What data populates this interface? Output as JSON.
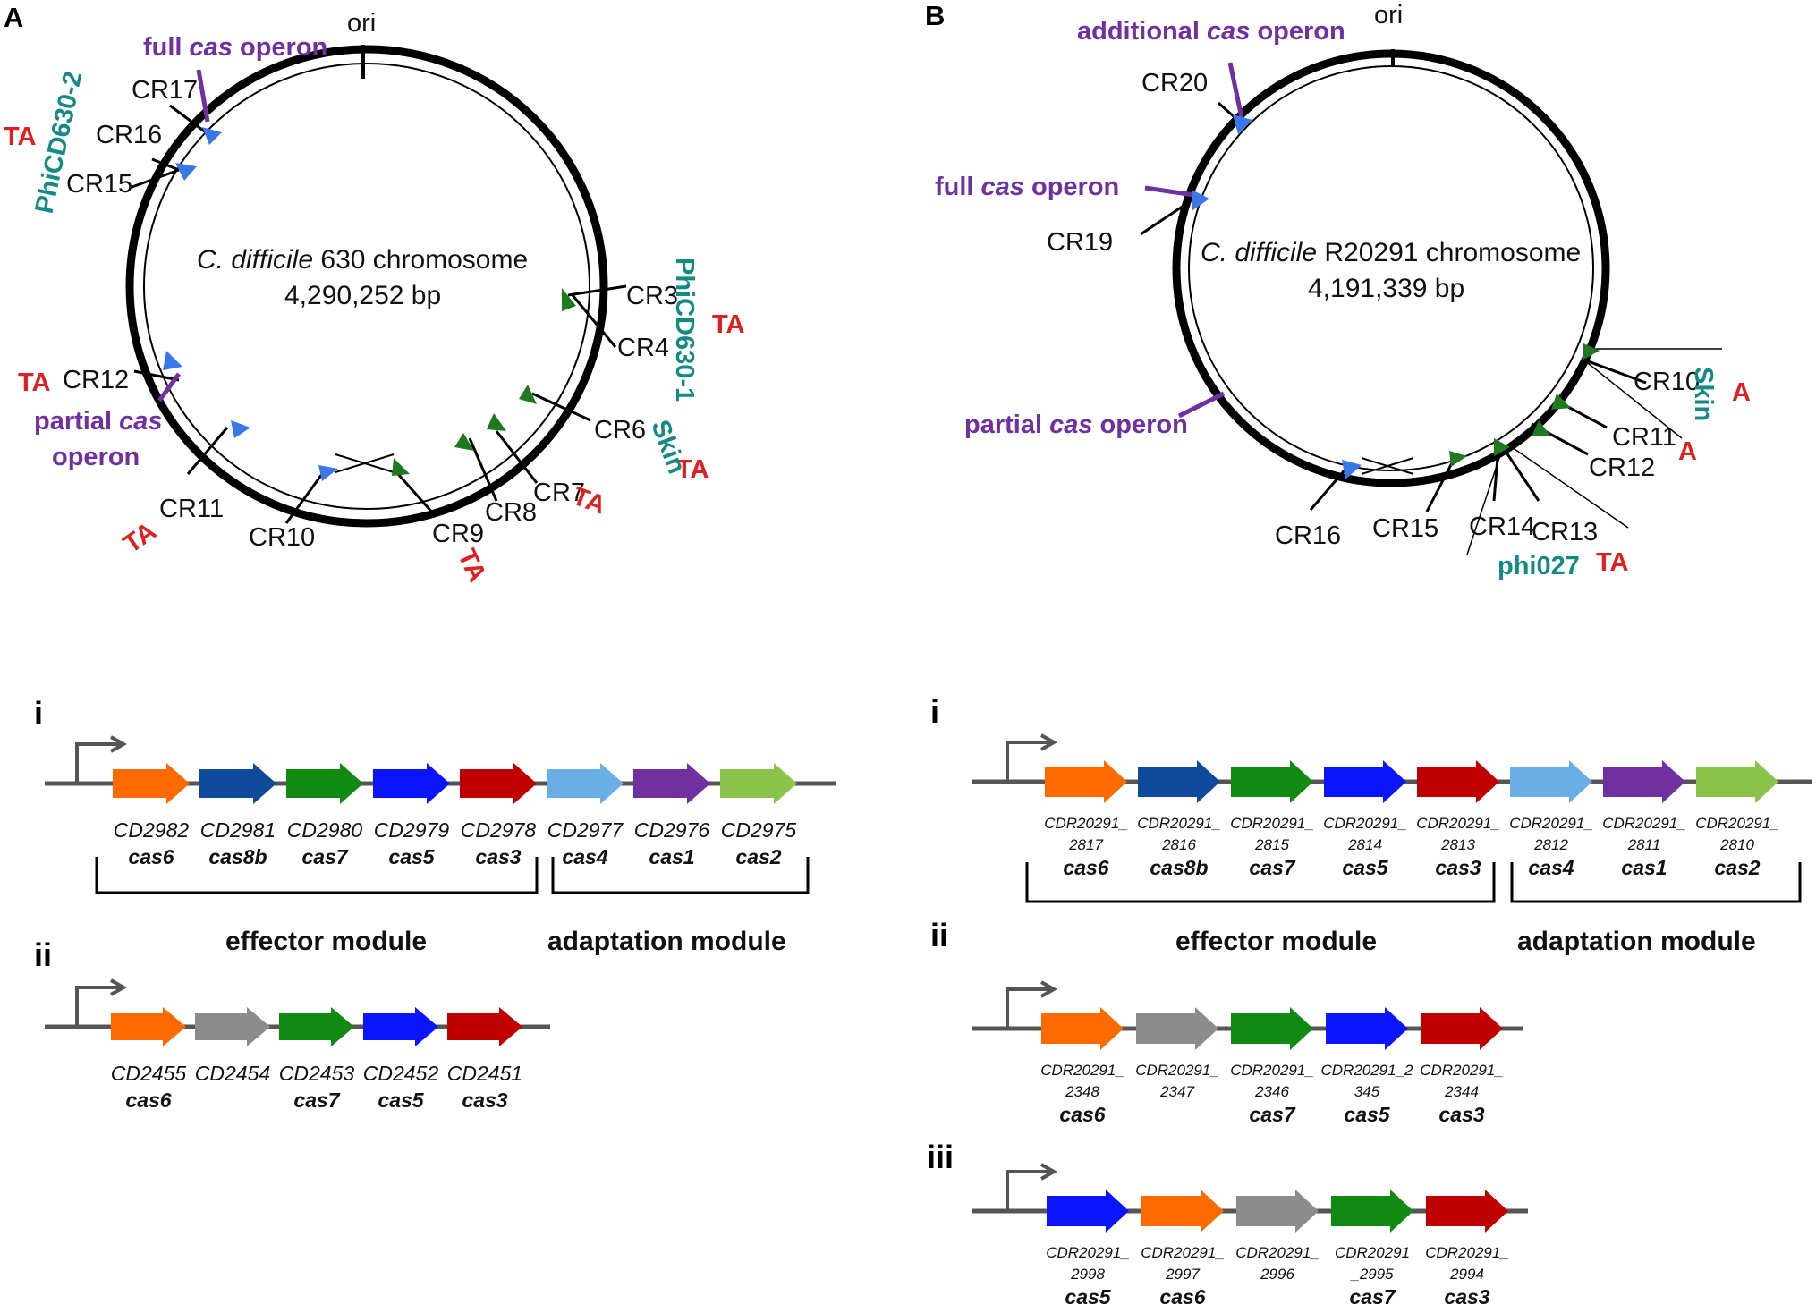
{
  "colors": {
    "orange": "#ff6a00",
    "navy": "#0f4a9a",
    "green": "#118a11",
    "blue": "#0a14ff",
    "red": "#c00000",
    "lightblue": "#6aaee6",
    "purple": "#7030a0",
    "lightgreen": "#8bc34a",
    "grey": "#8c8c8c",
    "ta_red": "#e02020",
    "teal": "#138a85",
    "arrow_blue": "#3a78e8",
    "arrow_green": "#1f7a1f"
  },
  "panelA": {
    "label": "A",
    "ori": "ori",
    "chrom_species": "C. difficile",
    "chrom_name": " 630 chromosome",
    "chrom_size": "4,290,252 bp",
    "cr": [
      "CR17",
      "CR16",
      "CR15",
      "CR3",
      "CR4",
      "CR6",
      "CR7",
      "CR8",
      "CR9",
      "CR10",
      "CR11",
      "CR12"
    ],
    "ta": [
      "TA",
      "TA",
      "TA",
      "TA",
      "TA",
      "TA",
      "TA"
    ],
    "prophage": [
      "PhiCD630-2",
      "PhiCD630-1",
      "Skin"
    ],
    "operons": {
      "full_a": "full ",
      "full_b": "cas",
      "full_c": " operon",
      "partial_a": "partial ",
      "partial_b": "cas",
      "partial_c": "operon"
    }
  },
  "panelB": {
    "label": "B",
    "ori": "ori",
    "chrom_species": "C. difficile",
    "chrom_name": " R20291 chromosome",
    "chrom_size": "4,191,339 bp",
    "cr": [
      "CR20",
      "CR19",
      "CR10",
      "CR11",
      "CR12",
      "CR16",
      "CR15",
      "CR14",
      "CR13"
    ],
    "marks": [
      "A",
      "A",
      "TA"
    ],
    "prophage": [
      "Skin",
      "phi027"
    ],
    "operons": {
      "add_a": "additional ",
      "add_b": "cas",
      "add_c": " operon",
      "full_a": "full ",
      "full_b": "cas",
      "full_c": " operon",
      "partial_a": "partial ",
      "partial_b": "cas",
      "partial_c": " operon"
    }
  },
  "left_operons": {
    "i": {
      "label": "i",
      "ids": [
        "CD2982",
        "CD2981",
        "CD2980",
        "CD2979",
        "CD2978",
        "CD2977",
        "CD2976",
        "CD2975"
      ],
      "cas": [
        "cas6",
        "cas8b",
        "cas7",
        "cas5",
        "cas3",
        "cas4",
        "cas1",
        "cas2"
      ],
      "colors": [
        "orange",
        "navy",
        "green",
        "blue",
        "red",
        "lightblue",
        "purple",
        "lightgreen"
      ]
    },
    "ii": {
      "label": "ii",
      "ids": [
        "CD2455",
        "CD2454",
        "CD2453",
        "CD2452",
        "CD2451"
      ],
      "cas": [
        "cas6",
        "",
        "cas7",
        "cas5",
        "cas3"
      ],
      "colors": [
        "orange",
        "grey",
        "green",
        "blue",
        "red"
      ]
    },
    "effector": "effector module",
    "adaptation": "adaptation module"
  },
  "right_operons": {
    "i": {
      "label": "i",
      "ids1": [
        "CDR20291_",
        "CDR20291_",
        "CDR20291_",
        "CDR20291_",
        "CDR20291_",
        "CDR20291_",
        "CDR20291_",
        "CDR20291_"
      ],
      "ids2": [
        "2817",
        "2816",
        "2815",
        "2814",
        "2813",
        "2812",
        "2811",
        "2810"
      ],
      "cas": [
        "cas6",
        "cas8b",
        "cas7",
        "cas5",
        "cas3",
        "cas4",
        "cas1",
        "cas2"
      ],
      "colors": [
        "orange",
        "navy",
        "green",
        "blue",
        "red",
        "lightblue",
        "purple",
        "lightgreen"
      ]
    },
    "ii": {
      "label": "ii",
      "ids1": [
        "CDR20291_",
        "CDR20291_",
        "CDR20291_",
        "CDR20291_2",
        "CDR20291_"
      ],
      "ids2": [
        "2348",
        "2347",
        "2346",
        "345",
        "2344"
      ],
      "cas": [
        "cas6",
        "",
        "cas7",
        "cas5",
        "cas3"
      ],
      "colors": [
        "orange",
        "grey",
        "green",
        "blue",
        "red"
      ]
    },
    "iii": {
      "label": "iii",
      "ids1": [
        "CDR20291_",
        "CDR20291_",
        "CDR20291_",
        "CDR20291",
        "CDR20291_"
      ],
      "ids2": [
        "2998",
        "2997",
        "2996",
        "_2995",
        "2994"
      ],
      "cas": [
        "cas5",
        "cas6",
        "",
        "cas7",
        "cas3"
      ],
      "colors": [
        "blue",
        "orange",
        "grey",
        "green",
        "red"
      ]
    },
    "effector": "effector module",
    "adaptation": "adaptation module"
  }
}
